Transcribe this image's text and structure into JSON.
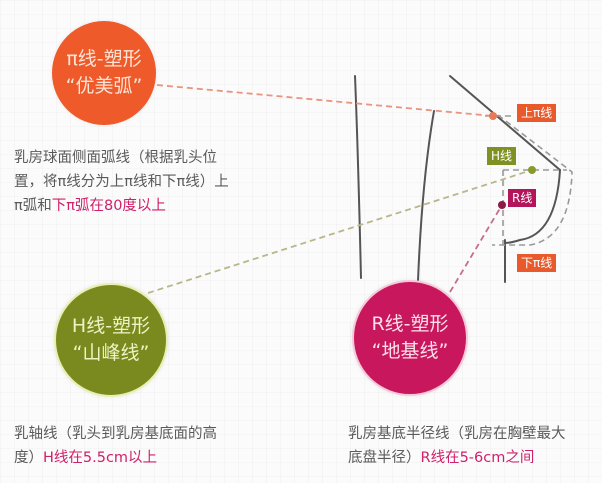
{
  "colors": {
    "pi": "#ef5a2a",
    "h": "#7a8a1f",
    "r": "#c8175d",
    "highlight": "#d0206a",
    "text": "#5a5a5a",
    "outline": "#555555"
  },
  "circles": {
    "pi": {
      "line1": "π线-塑形",
      "line2": "“优美弧”"
    },
    "h": {
      "line1": "H线-塑形",
      "line2": "“山峰线”"
    },
    "r": {
      "line1": "R线-塑形",
      "line2": "“地基线”"
    }
  },
  "tags": {
    "upper_pi": "上π线",
    "h": "H线",
    "r": "R线",
    "lower_pi": "下π线"
  },
  "descriptions": {
    "pi": {
      "line1": "乳房球面侧面弧线（根据乳头位",
      "line2": "置，将π线分为上π线和下π线）上",
      "line3_plain": "π弧和",
      "line3_highlight": "下π弧在80度以上"
    },
    "h": {
      "line1": "乳轴线（乳头到乳房基底面的高",
      "line2_plain": "度）",
      "line2_highlight": "H线在5.5cm以上"
    },
    "r": {
      "line1": "乳房基底半径线（乳房在胸壁最大",
      "line2_plain": "底盘半径）",
      "line2_highlight": "R线在5-6cm之间"
    }
  }
}
